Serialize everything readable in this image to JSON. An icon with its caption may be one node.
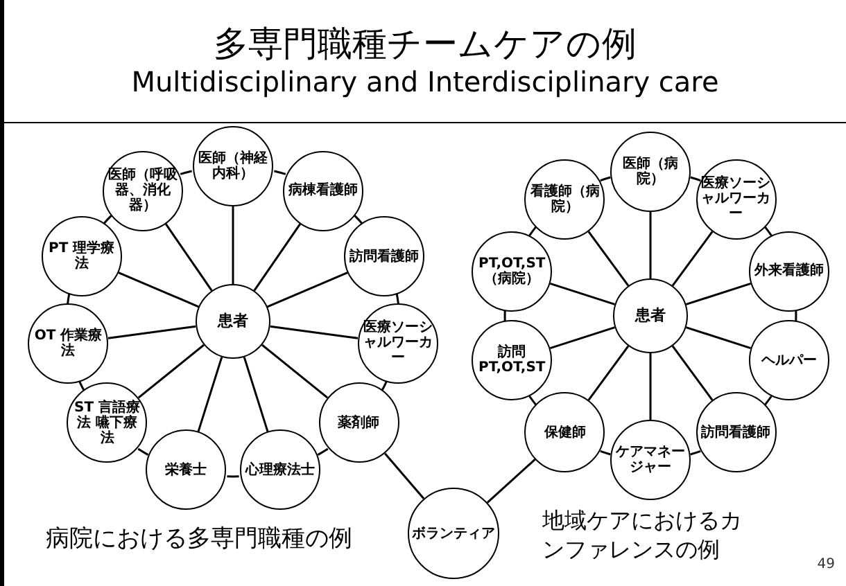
{
  "diagram": {
    "title": "多専門職種チームケアの例",
    "nodes": [
      {
        "text": [
          "医師（神経内科）"
        ]
      },
      {
        "text": [
          "病棟看護師"
        ]
      },
      {
        "text": [
          "訪問看護師"
        ]
      },
      {
        "text": [
          "医療ソーシャルワーカー"
        ]
      },
      {
        "text": [
          "薬剤師"
        ]
      },
      {
        "text": [
          "心理療法士"
        ]
      },
      {
        "text": [
          "栄養士"
        ]
      },
      {
        "text": [
          "ST 言語療法 嚥下療法"
        ]
      },
      {
        "text": [
          "OT 作業療法"
        ]
      },
      {
        "text": [
          "PT 理学療法"
        ]
      },
      {
        "text": [
          "医師（呼吸器、消化器）"
        ]
      },
      {
        "text": [
          "患者"
        ]
      },
      {
        "text": [
          "医師（病院）"
        ]
      },
      {
        "text": [
          "医療ソーシャルワーカー"
        ]
      },
      {
        "text": [
          "外来看護師"
        ]
      },
      {
        "text": [
          "ヘルパー"
        ]
      },
      {
        "text": [
          "訪問看護師"
        ]
      },
      {
        "text": [
          "ケアマネージャー"
        ]
      },
      {
        "text": [
          "保健師"
        ]
      },
      {
        "text": [
          "訪問 PT,OT,ST"
        ]
      },
      {
        "text": [
          "PT,OT,ST （病院）"
        ]
      },
      {
        "text": [
          "看護師（病院）"
        ]
      },
      {
        "text": [
          "患者"
        ]
      },
      {
        "text": [
          "ボランティア"
        ]
      }
    ],
    "edges": [
      {
        "from": 0,
        "to": 1,
        "arrow": "none"
      },
      {
        "from": 1,
        "to": 2,
        "arrow": "none"
      },
      {
        "from": 2,
        "to": 3,
        "arrow": "none"
      },
      {
        "from": 3,
        "to": 4,
        "arrow": "none"
      },
      {
        "from": 4,
        "to": 5,
        "arrow": "none"
      },
      {
        "from": 5,
        "to": 6,
        "arrow": "none"
      },
      {
        "from": 6,
        "to": 7,
        "arrow": "none"
      },
      {
        "from": 7,
        "to": 8,
        "arrow": "none"
      },
      {
        "from": 8,
        "to": 9,
        "arrow": "none"
      },
      {
        "from": 9,
        "to": 10,
        "arrow": "none"
      },
      {
        "from": 10,
        "to": 0,
        "arrow": "none"
      },
      {
        "from": 11,
        "to": 0,
        "arrow": "none"
      },
      {
        "from": 11,
        "to": 1,
        "arrow": "none"
      },
      {
        "from": 11,
        "to": 2,
        "arrow": "none"
      },
      {
        "from": 11,
        "to": 3,
        "arrow": "none"
      },
      {
        "from": 11,
        "to": 4,
        "arrow": "none"
      },
      {
        "from": 11,
        "to": 5,
        "arrow": "none"
      },
      {
        "from": 11,
        "to": 6,
        "arrow": "none"
      },
      {
        "from": 11,
        "to": 7,
        "arrow": "none"
      },
      {
        "from": 11,
        "to": 8,
        "arrow": "none"
      },
      {
        "from": 11,
        "to": 9,
        "arrow": "none"
      },
      {
        "from": 11,
        "to": 10,
        "arrow": "none"
      },
      {
        "from": 12,
        "to": 13,
        "arrow": "none"
      },
      {
        "from": 13,
        "to": 14,
        "arrow": "none"
      },
      {
        "from": 14,
        "to": 15,
        "arrow": "none"
      },
      {
        "from": 15,
        "to": 16,
        "arrow": "none"
      },
      {
        "from": 16,
        "to": 17,
        "arrow": "none"
      },
      {
        "from": 17,
        "to": 18,
        "arrow": "none"
      },
      {
        "from": 18,
        "to": 19,
        "arrow": "none"
      },
      {
        "from": 19,
        "to": 20,
        "arrow": "none"
      },
      {
        "from": 20,
        "to": 21,
        "arrow": "none"
      },
      {
        "from": 21,
        "to": 12,
        "arrow": "none"
      },
      {
        "from": 22,
        "to": 12,
        "arrow": "none"
      },
      {
        "from": 22,
        "to": 13,
        "arrow": "none"
      },
      {
        "from": 22,
        "to": 14,
        "arrow": "none"
      },
      {
        "from": 22,
        "to": 15,
        "arrow": "none"
      },
      {
        "from": 22,
        "to": 16,
        "arrow": "none"
      },
      {
        "from": 22,
        "to": 17,
        "arrow": "none"
      },
      {
        "from": 22,
        "to": 18,
        "arrow": "none"
      },
      {
        "from": 22,
        "to": 19,
        "arrow": "none"
      },
      {
        "from": 22,
        "to": 20,
        "arrow": "none"
      },
      {
        "from": 22,
        "to": 21,
        "arrow": "none"
      },
      {
        "from": 23,
        "to": 4,
        "arrow": "none"
      },
      {
        "from": 23,
        "to": 18,
        "arrow": "none"
      }
    ],
    "labels": [
      "Multidisciplinary and Interdisciplinary care",
      "病院における多専門職種の例",
      "地域ケアにおけるカンファレンスの例",
      "49"
    ]
  }
}
